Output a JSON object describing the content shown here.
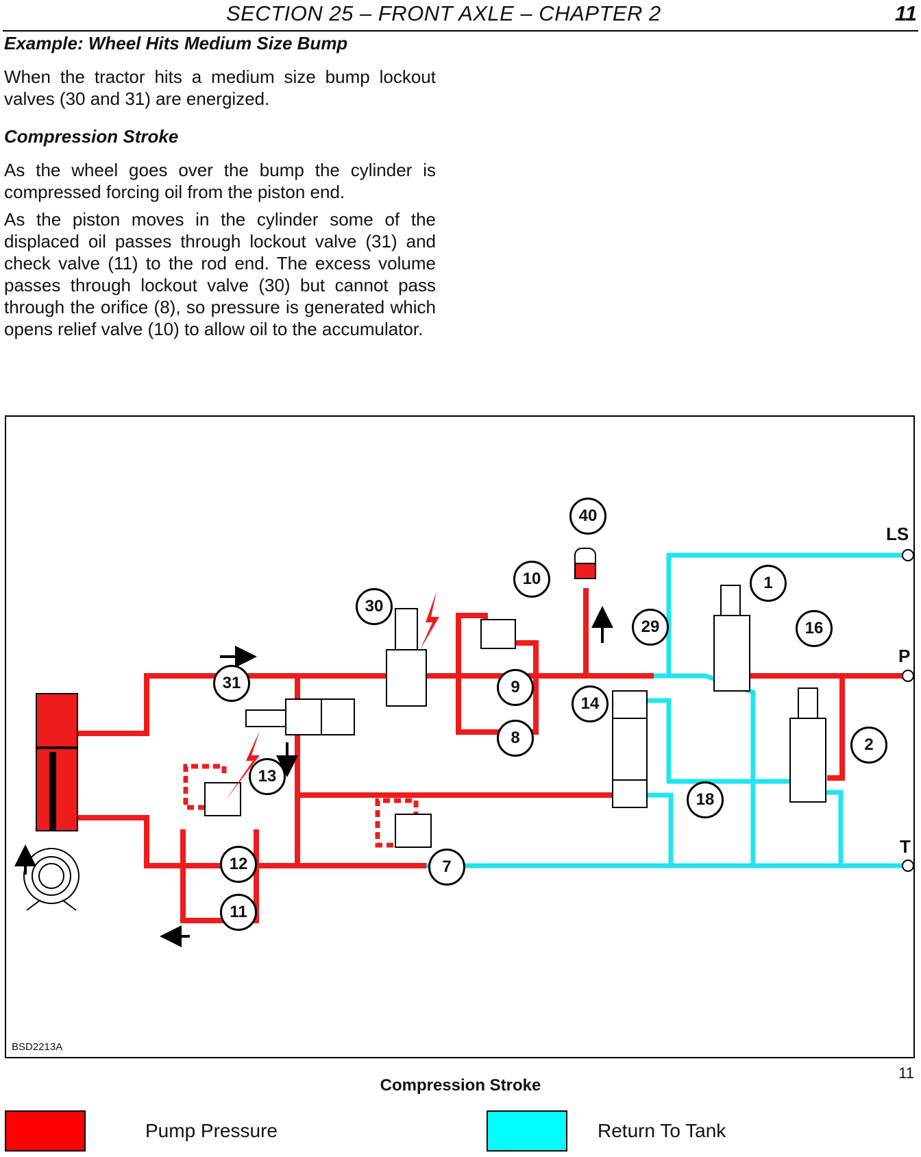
{
  "header": {
    "title": "SECTION 25 – FRONT AXLE – CHAPTER 2",
    "page": "11"
  },
  "sections": {
    "example_heading": "Example: Wheel Hits Medium Size Bump",
    "intro": "When the tractor hits a medium size bump lockout valves (30 and 31) are energized.",
    "stroke_heading": "Compression Stroke",
    "para1": "As the wheel goes over the bump the cylinder is compressed forcing oil from the piston end.",
    "para2": "As the piston moves in the cylinder some of the displaced oil passes through lockout valve (31) and check valve (11) to the rod end. The excess volume passes through lockout valve (30) but cannot pass through the orifice (8), so pressure is generated which opens relief valve (10) to allow oil to the accumulator."
  },
  "figure": {
    "id": "BSD2213A",
    "number": "11",
    "caption": "Compression Stroke",
    "callouts": {
      "c1": "1",
      "c2": "2",
      "c7": "7",
      "c8": "8",
      "c9": "9",
      "c10": "10",
      "c11": "11",
      "c12": "12",
      "c13": "13",
      "c14": "14",
      "c16": "16",
      "c18": "18",
      "c29": "29",
      "c30": "30",
      "c31": "31",
      "c40": "40"
    },
    "ports": {
      "ls": "LS",
      "p": "P",
      "t": "T"
    }
  },
  "legend": {
    "pump_pressure": {
      "label": "Pump Pressure",
      "color": "#ff0000"
    },
    "return_to_tank": {
      "label": "Return To Tank",
      "color": "#00ffff"
    }
  },
  "colors": {
    "pressure": "#ee1c1c",
    "return": "#22e4f0"
  }
}
